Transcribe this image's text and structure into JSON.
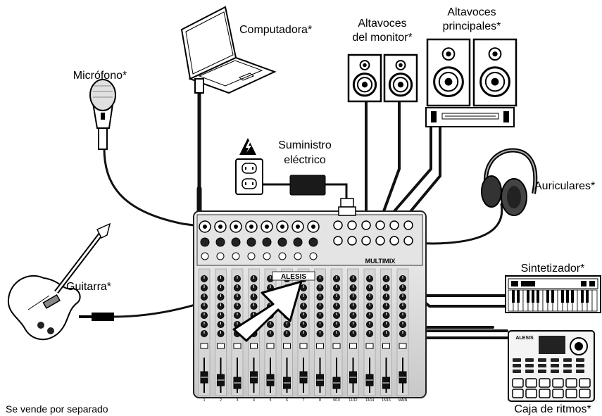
{
  "labels": {
    "computer": "Computadora*",
    "microphone": "Micrófono*",
    "monitor_speakers_line1": "Altavoces",
    "monitor_speakers_line2": "del monitor*",
    "main_speakers_line1": "Altavoces",
    "main_speakers_line2": "principales*",
    "power_line1": "Suministro",
    "power_line2": "eléctrico",
    "headphones": "Auriculares*",
    "guitar": "Guitarra*",
    "synth": "Sintetizador*",
    "drum_machine": "Caja de ritmos*",
    "footnote": "Se vende por separado"
  },
  "mixer": {
    "brand": "ALESIS",
    "model": "MULTIMIX",
    "channel_numbers": [
      "1",
      "2",
      "3",
      "4",
      "5",
      "6",
      "7",
      "8",
      "9/10",
      "11/12",
      "13/14",
      "15/16",
      "MAIN"
    ]
  },
  "drum_machine_brand": "ALESIS"
}
